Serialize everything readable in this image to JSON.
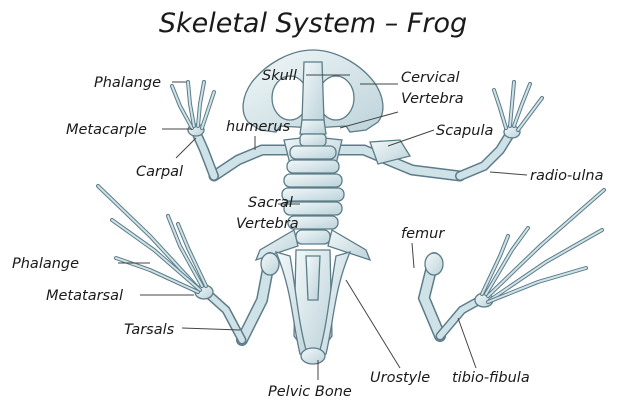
{
  "diagram": {
    "title": "Skeletal System – Frog",
    "labels": {
      "skull": "Skull",
      "cervical": "Cervical",
      "vertebra_cervical": "Vertebra",
      "phalange_hand": "Phalange",
      "metacarple": "Metacarple",
      "humerus": "humerus",
      "scapula": "Scapula",
      "carpal": "Carpal",
      "radio_ulna": "radio-ulna",
      "sacral": "Sacral",
      "vertebra_sacral": "Vertebra",
      "femur": "femur",
      "phalange_foot": "Phalange",
      "metatarsal": "Metatarsal",
      "tarsals": "Tarsals",
      "urostyle": "Urostyle",
      "tibio_fibula": "tibio-fibula",
      "pelvic_bone": "Pelvic Bone"
    },
    "colors": {
      "bone_light": "#e9f2f4",
      "bone_mid": "#c6dbe1",
      "bone_outline": "#5c7c88",
      "text": "#1a1a1a"
    }
  }
}
